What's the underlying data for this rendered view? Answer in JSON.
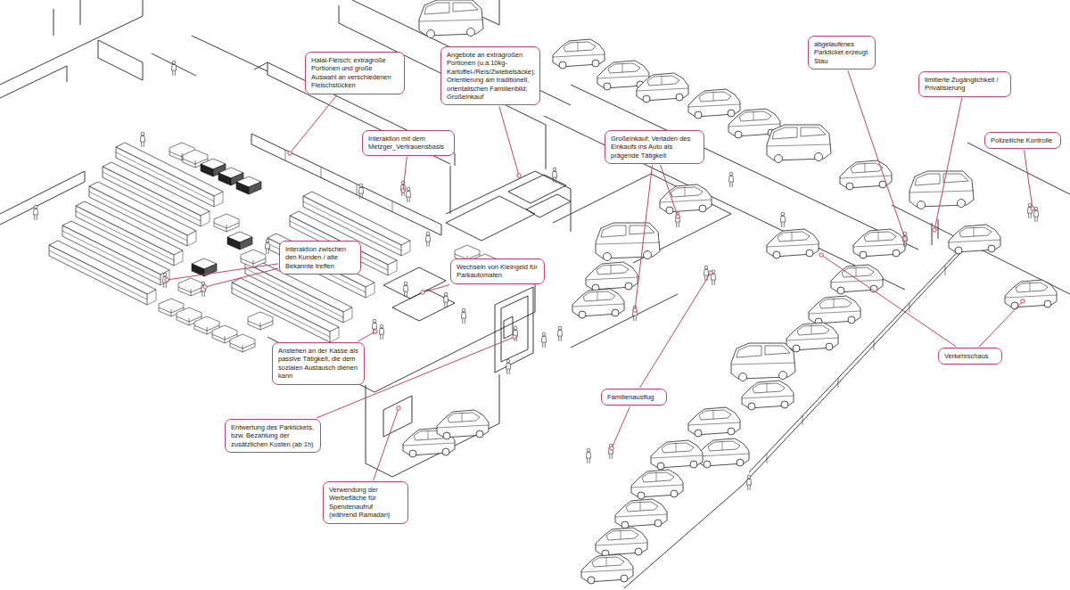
{
  "diagram": {
    "nodes": [
      {
        "text": [
          "abgelaufenes Parkticket erzeugt Stau"
        ]
      },
      {
        "text": [
          "Angebote an extragroßen Portionen (u.a.10kg-Kartoffel-/Reis/Zwiebelsäcke); Orientierung am traditionell, orientalischen Familienbild; Großeinkauf"
        ]
      },
      {
        "text": [
          "Halal-Fleisch; extragroße Portionen und große Auswahl an verschiedenen Fleischstücken"
        ]
      },
      {
        "text": [
          "limitierte Zugänglichkeit / Privatisierung"
        ]
      },
      {
        "text": [
          "Interaktion mit dem Metzger_Vertrauensbasis"
        ]
      },
      {
        "text": [
          "Großeinkauf; Verladen des Einkaufs ins Auto als prägende Tätigkeit"
        ]
      },
      {
        "text": [
          "Polizeiliche Kontrolle"
        ]
      },
      {
        "text": [
          "Interaktion zwischen den Kunden / alte Bekannte treffen"
        ]
      },
      {
        "text": [
          "Wechseln von Kleingeld für Parkautomaten"
        ]
      },
      {
        "text": [
          "Anstehen an der Kasse als passive Tätigkeit, die dem sozialen Austausch dienen kann"
        ]
      },
      {
        "text": [
          "Verkehrschaos"
        ]
      },
      {
        "text": [
          "Familienausflug"
        ]
      },
      {
        "text": [
          "Entwertung des Parktickets, bzw. Bezahlung der zusätzlichen Kosten (ab 1h)"
        ]
      },
      {
        "text": [
          "Verwendung der Werbefläche für Spendenaufruf (während Ramadan)"
        ]
      }
    ]
  }
}
